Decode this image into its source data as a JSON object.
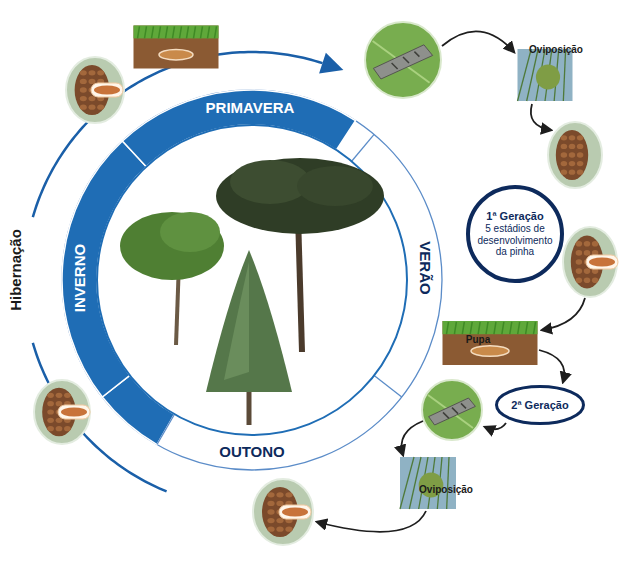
{
  "diagram": {
    "nodes": [
      {
        "text": [
          "PRIMAVERA"
        ]
      },
      {
        "text": [
          "VERÃO"
        ]
      },
      {
        "text": [
          "OUTONO"
        ]
      },
      {
        "text": [
          "INVERNO"
        ]
      },
      {
        "text": [
          "1ª Geração",
          "5 estádios de desenvolvimento da pinha"
        ]
      },
      {
        "text": [
          "2ª Geração"
        ]
      }
    ],
    "labels": [
      "Hibernação",
      "Oviposição",
      "Pupa",
      "Oviposição"
    ]
  }
}
